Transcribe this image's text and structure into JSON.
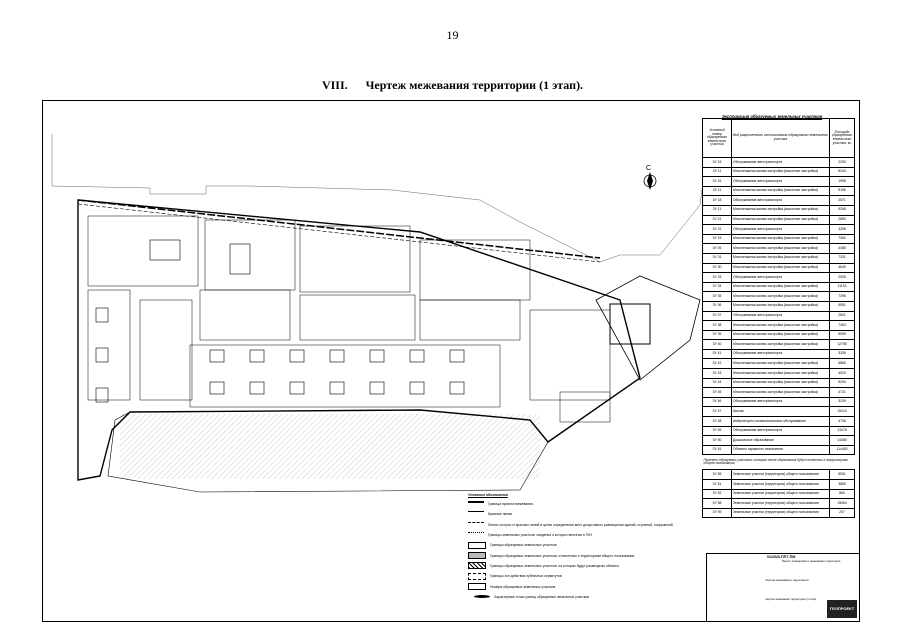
{
  "page": {
    "number": "19",
    "title_num": "VIII.",
    "title_text": "Чертеж межевания территории (1 этап)."
  },
  "colors": {
    "ink": "#000000",
    "paper": "#ffffff",
    "grey": "#6a6a6a"
  },
  "table": {
    "caption": "Экспликация образуемых земельных участков",
    "headers": [
      "Условный номер образуемого земельного участка",
      "Вид разрешенного использования образуемого земельного участка",
      "Площадь образуемого земельного участка, м²"
    ],
    "rows": [
      [
        "ЗУ 15",
        "Обслуживание автотранспорта",
        "2293"
      ],
      [
        "ЗУ 11",
        "Многоэтажная жилая застройка (высотная застройка)",
        "8240"
      ],
      [
        "ЗУ 16",
        "Обслуживание автотранспорта",
        "1998"
      ],
      [
        "ЗУ 11",
        "Многоэтажная жилая застройка (высотная застройка)",
        "9196"
      ],
      [
        "ЗУ 18",
        "Обслуживание автотранспорта",
        "2571"
      ],
      [
        "ЗУ 11",
        "Многоэтажная жилая застройка (высотная застройка)",
        "9268"
      ],
      [
        "ЗУ 21",
        "Многоэтажная жилая застройка (высотная застройка)",
        "2850"
      ],
      [
        "ЗУ 22",
        "Обслуживание автотранспорта",
        "3298"
      ],
      [
        "ЗУ 15",
        "Многоэтажная жилая застройка (высотная застройка)",
        "7362"
      ],
      [
        "ЗУ 26",
        "Многоэтажная жилая застройка (высотная застройка)",
        "4486"
      ],
      [
        "ЗУ 31",
        "Многоэтажная жилая застройка (высотная застройка)",
        "7331"
      ],
      [
        "ЗУ 30",
        "Многоэтажная жилая застройка (высотная застройка)",
        "4649"
      ],
      [
        "ЗУ 33",
        "Обслуживание автотранспорта",
        "2005"
      ],
      [
        "ЗУ 34",
        "Многоэтажная жилая застройка (высотная застройка)",
        "11133"
      ],
      [
        "ЗУ 35",
        "Многоэтажная жилая застройка (высотная застройка)",
        "7396"
      ],
      [
        "ЗУ 36",
        "Многоэтажная жилая застройка (высотная застройка)",
        "5551"
      ],
      [
        "ЗУ 37",
        "Обслуживание автотранспорта",
        "2821"
      ],
      [
        "ЗУ 38",
        "Многоэтажная жилая застройка (высотная застройка)",
        "7454"
      ],
      [
        "ЗУ 39",
        "Многоэтажная жилая застройка (высотная застройка)",
        "5539"
      ],
      [
        "ЗУ 40",
        "Многоэтажная жилая застройка (высотная застройка)",
        "12755"
      ],
      [
        "ЗУ 41",
        "Обслуживание автотранспорта",
        "3335"
      ],
      [
        "ЗУ 42",
        "Многоэтажная жилая застройка (высотная застройка)",
        "6865"
      ],
      [
        "ЗУ 43",
        "Многоэтажная жилая застройка (высотная застройка)",
        "4020"
      ],
      [
        "ЗУ 44",
        "Многоэтажная жилая застройка (высотная застройка)",
        "5294"
      ],
      [
        "ЗУ 45",
        "Многоэтажная жилая застройка (высотная застройка)",
        "4721"
      ],
      [
        "ЗУ 46",
        "Обслуживание автотранспорта",
        "3239"
      ],
      [
        "ЗУ 47",
        "Школы",
        "15410"
      ],
      [
        "ЗУ 48",
        "Амбулаторно-поликлиническое обслуживание",
        "4736"
      ],
      [
        "ЗУ 49",
        "Обслуживание автотранспорта",
        "13476"
      ],
      [
        "ЗУ 50",
        "Дошкольное образование",
        "14465"
      ],
      [
        "ЗУ 51",
        "Объекты гаражного назначения",
        "114463"
      ]
    ],
    "note": "Перечень образуемых участков, которые после образования будут отнесены к территориям общего пользования",
    "rows2": [
      [
        "ЗУ 55",
        "Земельные участки (территории) общего пользования",
        "5531"
      ],
      [
        "ЗУ 51",
        "Земельные участки (территории) общего пользования",
        "3865"
      ],
      [
        "ЗУ 52",
        "Земельные участки (территории) общего пользования",
        "860"
      ],
      [
        "ЗУ 58",
        "Земельные участки (территории) общего пользования",
        "15064"
      ],
      [
        "ЗУ 59",
        "Земельные участки (территории) общего пользования",
        "207"
      ]
    ]
  },
  "legend": {
    "heading": "Условные обозначения",
    "items": [
      "Граница проекта межевания",
      "Красные линии",
      "Линия отступа от красных линий в целях определения мест допустимого размещения зданий, строений, сооружений",
      "Границы земельных участков, сведения о которых внесены в ГКН",
      "Границы образуемых земельных участков",
      "Границы образуемых земельных участков, отнесенных к территориям общего пользования",
      "Границы образуемых земельных участков, на которых будут размещены объекты",
      "Границы зон действия публичных сервитутов",
      "Номера образуемых земельных участков",
      "Характерные точки границ образуемых земельных участков"
    ]
  },
  "stamp": {
    "code": "01/2020-ППТ-ПМ",
    "description": "Проект планировки и межевания территории",
    "drawing_name": "Чертеж межевания территории",
    "bottom_text": "Чертеж межевания территории (1 этап)",
    "logo": "ГЕОПРОЕКТ"
  }
}
